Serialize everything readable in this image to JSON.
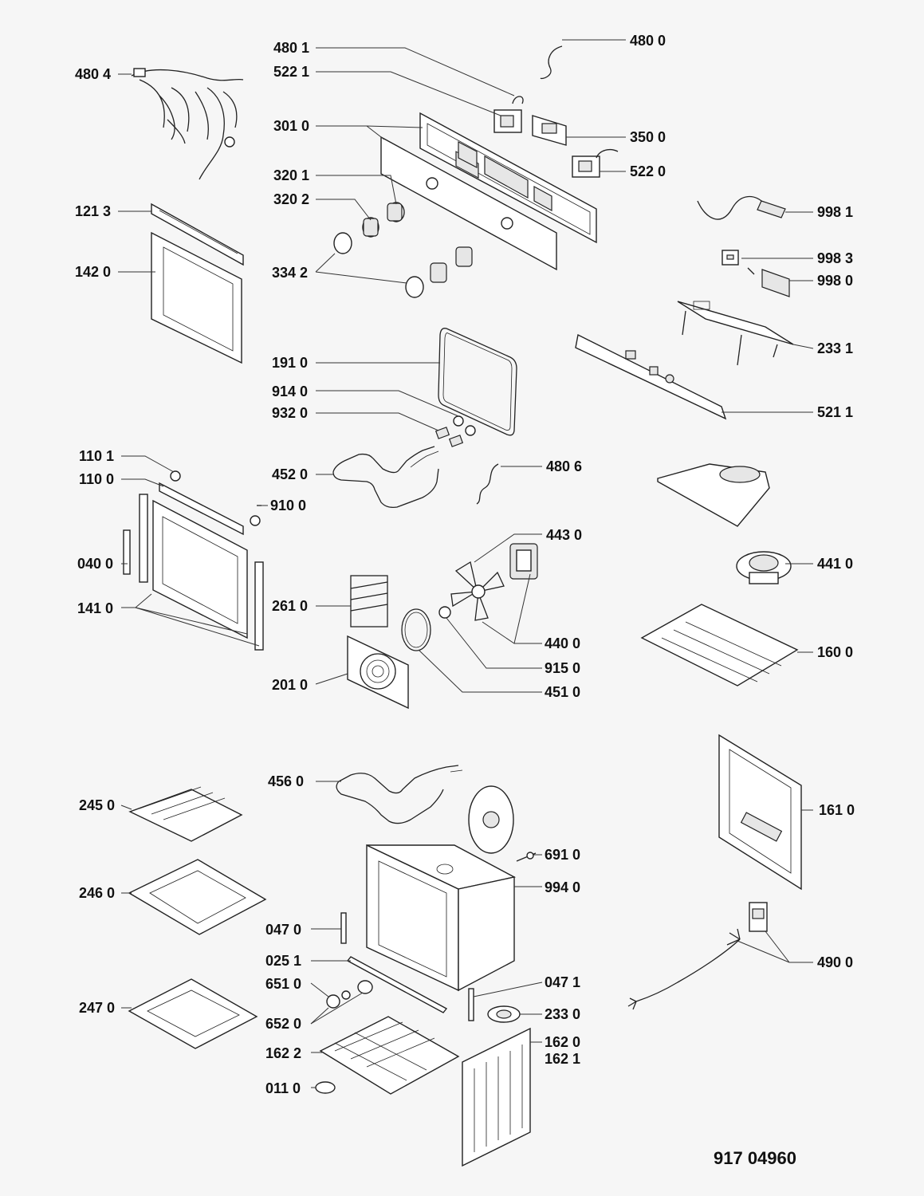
{
  "diagram": {
    "reference_number": "917 04960",
    "labels": {
      "480_4": "480 4",
      "480_1": "480 1",
      "480_0": "480 0",
      "522_1": "522 1",
      "301_0": "301 0",
      "350_0": "350 0",
      "522_0": "522 0",
      "320_1": "320 1",
      "320_2": "320 2",
      "121_3": "121 3",
      "998_1": "998 1",
      "142_0": "142 0",
      "334_2": "334 2",
      "998_3": "998 3",
      "998_0": "998 0",
      "233_1": "233 1",
      "191_0": "191 0",
      "914_0": "914 0",
      "932_0": "932 0",
      "521_1": "521 1",
      "110_1": "110 1",
      "110_0": "110 0",
      "452_0": "452 0",
      "480_6": "480 6",
      "910_0": "910 0",
      "443_0": "443 0",
      "040_0": "040 0",
      "441_0": "441 0",
      "141_0": "141 0",
      "261_0": "261 0",
      "440_0": "440 0",
      "160_0": "160 0",
      "915_0": "915 0",
      "201_0": "201 0",
      "451_0": "451 0",
      "456_0": "456 0",
      "245_0": "245 0",
      "161_0": "161 0",
      "691_0": "691 0",
      "246_0": "246 0",
      "994_0": "994 0",
      "047_0": "047 0",
      "025_1": "025 1",
      "490_0": "490 0",
      "651_0": "651 0",
      "047_1": "047 1",
      "247_0": "247 0",
      "233_0": "233 0",
      "652_0": "652 0",
      "162_0": "162 0",
      "162_1": "162 1",
      "162_2": "162 2",
      "011_0": "011 0"
    }
  }
}
